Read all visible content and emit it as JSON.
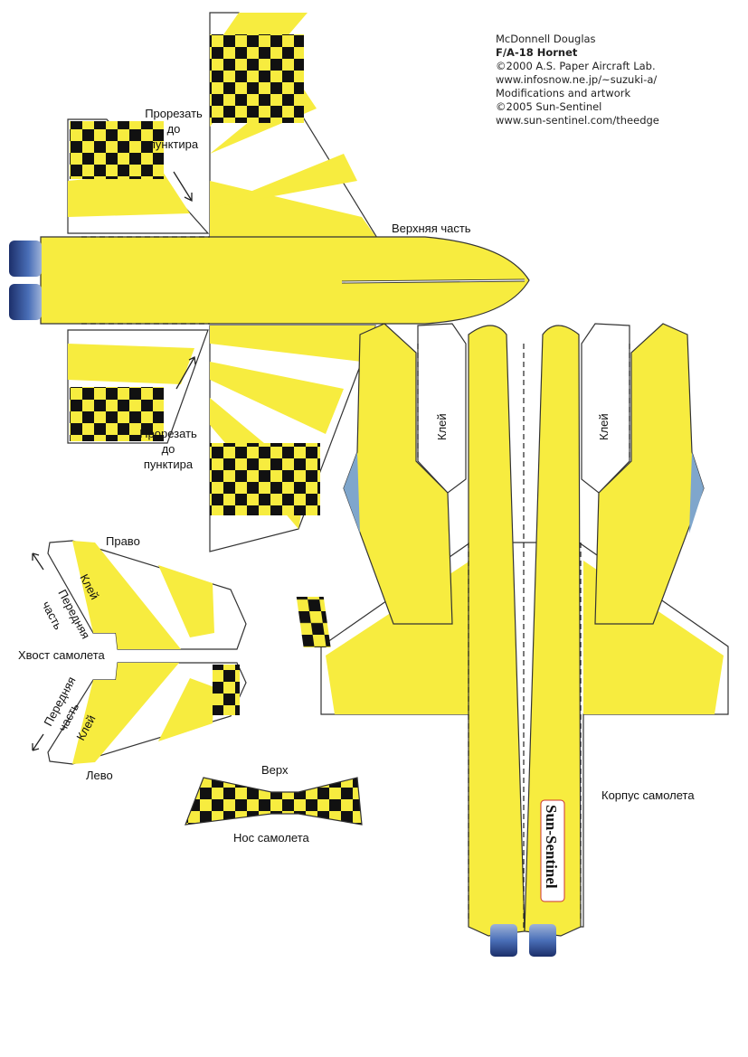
{
  "credits": {
    "maker": "McDonnell Douglas",
    "model": "F/A-18 Hornet",
    "copyright_1": "©2000 A.S. Paper Aircraft Lab.",
    "url_1": "www.infosnow.ne.jp/~suzuki-a/",
    "modifications": "Modifications and artwork",
    "copyright_2": "©2005 Sun-Sentinel",
    "url_2": "www.sun-sentinel.com/theedge"
  },
  "top_part": {
    "label": "Верхняя часть",
    "cut_note_top": [
      "Прорезать",
      "до",
      "пунктира"
    ],
    "cut_note_bottom": [
      "Прорезать",
      "до",
      "пунктира"
    ]
  },
  "tail": {
    "title": "Хвост самолета",
    "right": "Право",
    "left": "Лево",
    "glue": "Клей",
    "front": [
      "Передняя",
      "часть"
    ]
  },
  "nose": {
    "top": "Верх",
    "title": "Нос самолета"
  },
  "body": {
    "title": "Корпус самолета",
    "glue": "Клей",
    "logo": "Sun-Sentinel"
  },
  "colors": {
    "yellow": "#f7ec3f",
    "checker": "#111111",
    "engine": "#2c4a8a"
  }
}
